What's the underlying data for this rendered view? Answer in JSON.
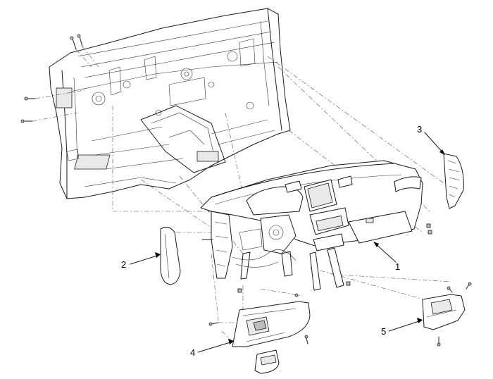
{
  "callouts": [
    {
      "id": "1",
      "text": "1"
    },
    {
      "id": "2",
      "text": "2"
    },
    {
      "id": "3",
      "text": "3"
    },
    {
      "id": "4",
      "text": "4"
    },
    {
      "id": "5",
      "text": "5"
    }
  ],
  "colors": {
    "line": "#1a1a1a",
    "background": "#ffffff"
  }
}
